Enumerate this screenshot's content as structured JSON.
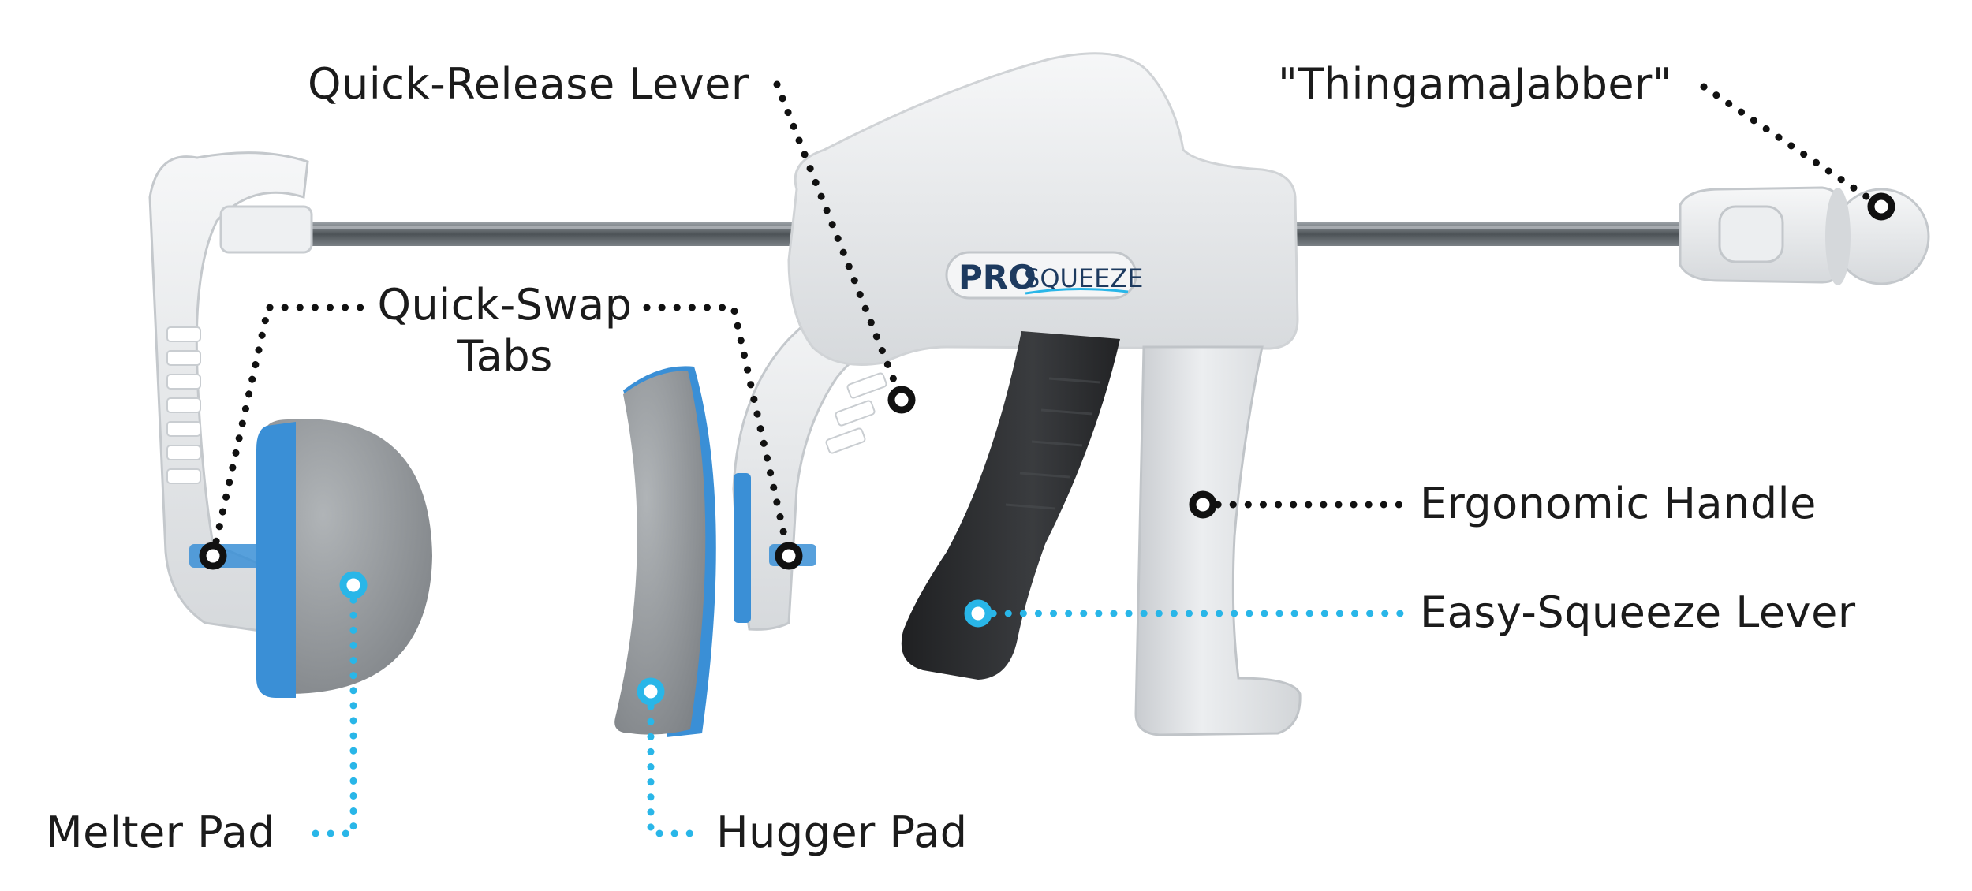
{
  "brand": {
    "pro": "PRO",
    "squeeze": "SQUEEZE"
  },
  "callouts": {
    "quick_release_lever": "Quick-Release Lever",
    "thingamajabber": "\"ThingamaJabber\"",
    "quick_swap_tabs_line1": "Quick-Swap",
    "quick_swap_tabs_line2": "Tabs",
    "ergonomic_handle": "Ergonomic Handle",
    "easy_squeeze_lever": "Easy-Squeeze Lever",
    "melter_pad": "Melter Pad",
    "hugger_pad": "Hugger Pad"
  },
  "colors": {
    "black_leader": "#111111",
    "blue_leader": "#29b6e8",
    "body_gray": "#e3e5e7",
    "pad_gray": "#8e9296",
    "accent_blue": "#3a8fd6",
    "grip_black": "#2a2b2d"
  }
}
